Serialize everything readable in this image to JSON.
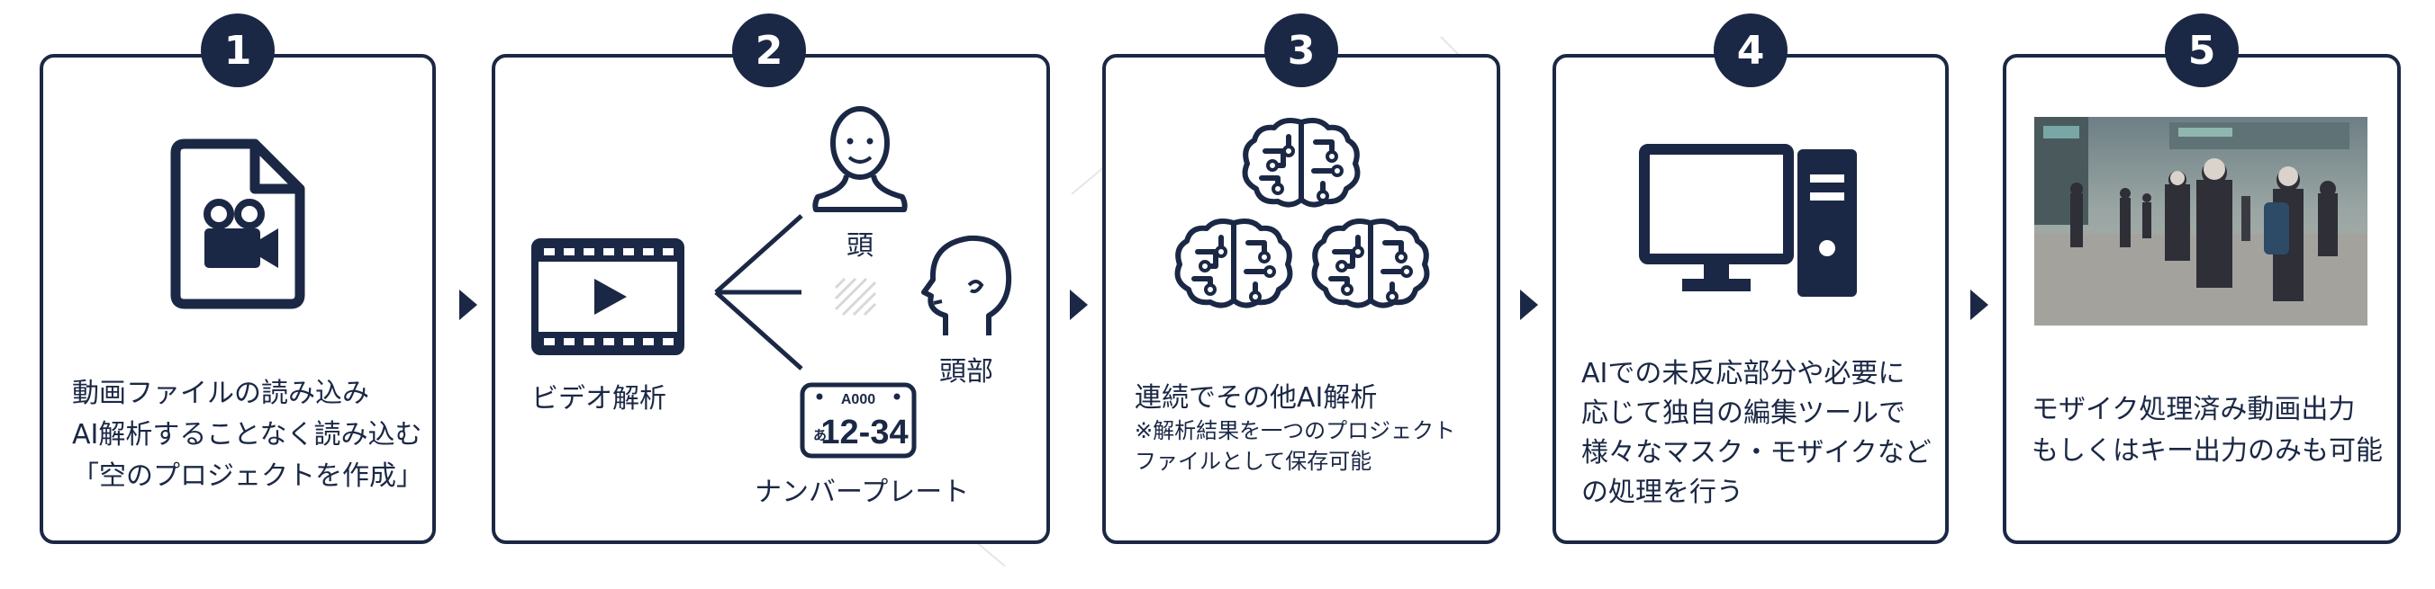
{
  "steps": [
    {
      "number": "1",
      "lines": [
        "動画ファイルの読み込み",
        "AI解析することなく読み込む",
        "「空のプロジェクトを作成」"
      ]
    },
    {
      "number": "2",
      "main_label": "ビデオ解析",
      "targets": [
        "頭",
        "頭部",
        "ナンバープレート"
      ],
      "plate_top": "A000",
      "plate_kana": "あ",
      "plate_number": "12-34"
    },
    {
      "number": "3",
      "main": "連続でその他AI解析",
      "notes": [
        "※解析結果を一つのプロジェクト",
        "ファイルとして保存可能"
      ]
    },
    {
      "number": "4",
      "lines": [
        "AIでの未反応部分や必要に",
        "応じて独自の編集ツールで",
        "様々なマスク・モザイクなど",
        "の処理を行う"
      ]
    },
    {
      "number": "5",
      "lines": [
        "モザイク処理済み動画出力",
        "もしくはキー出力のみも可能"
      ]
    }
  ],
  "icons": {
    "step1": "video-file-icon",
    "step2": [
      "film-strip-icon",
      "head-front-icon",
      "head-side-icon",
      "license-plate-icon"
    ],
    "step3": "ai-brain-icon",
    "step4": "desktop-computer-icon",
    "step5": "crowd-photo"
  },
  "colors": {
    "navy": "#1b2845",
    "background": "#ffffff"
  }
}
